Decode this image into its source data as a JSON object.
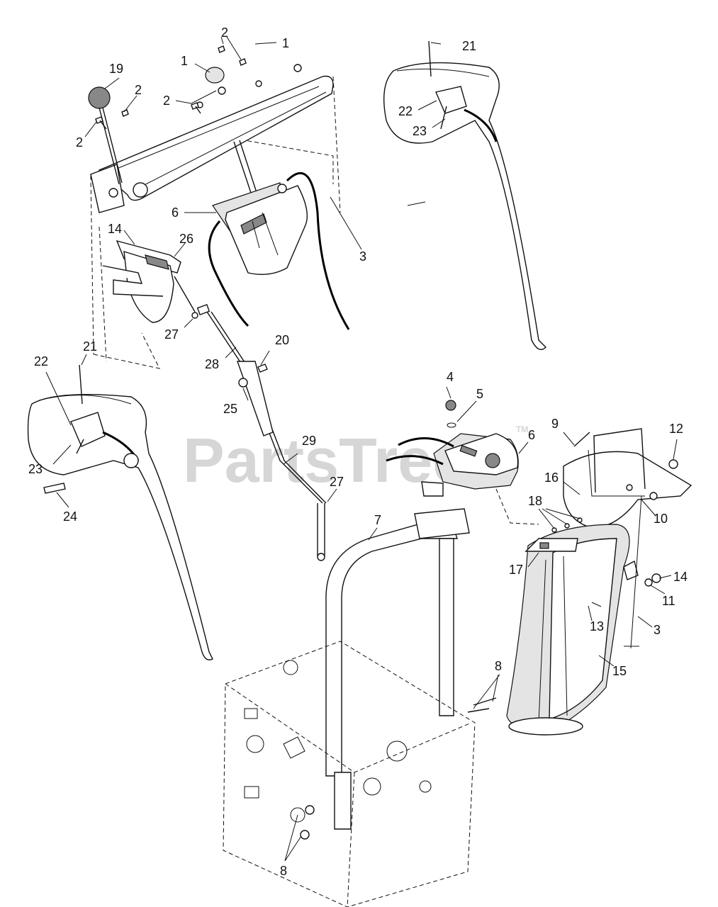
{
  "watermark": "PartsTree",
  "watermark_tm": "TM",
  "callouts": [
    {
      "id": "c1a",
      "text": "1"
    },
    {
      "id": "c1b",
      "text": "1"
    },
    {
      "id": "c2a",
      "text": "2"
    },
    {
      "id": "c2b",
      "text": "2"
    },
    {
      "id": "c2c",
      "text": "2"
    },
    {
      "id": "c2d",
      "text": "2"
    },
    {
      "id": "c3a",
      "text": "3"
    },
    {
      "id": "c3b",
      "text": "3"
    },
    {
      "id": "c4",
      "text": "4"
    },
    {
      "id": "c5",
      "text": "5"
    },
    {
      "id": "c6a",
      "text": "6"
    },
    {
      "id": "c6b",
      "text": "6"
    },
    {
      "id": "c7",
      "text": "7"
    },
    {
      "id": "c8a",
      "text": "8"
    },
    {
      "id": "c8b",
      "text": "8"
    },
    {
      "id": "c9",
      "text": "9"
    },
    {
      "id": "c10",
      "text": "10"
    },
    {
      "id": "c11",
      "text": "11"
    },
    {
      "id": "c12",
      "text": "12"
    },
    {
      "id": "c13",
      "text": "13"
    },
    {
      "id": "c14a",
      "text": "14"
    },
    {
      "id": "c14b",
      "text": "14"
    },
    {
      "id": "c15",
      "text": "15"
    },
    {
      "id": "c16",
      "text": "16"
    },
    {
      "id": "c17",
      "text": "17"
    },
    {
      "id": "c18",
      "text": "18"
    },
    {
      "id": "c19",
      "text": "19"
    },
    {
      "id": "c20",
      "text": "20"
    },
    {
      "id": "c21a",
      "text": "21"
    },
    {
      "id": "c21b",
      "text": "21"
    },
    {
      "id": "c22a",
      "text": "22"
    },
    {
      "id": "c22b",
      "text": "22"
    },
    {
      "id": "c23a",
      "text": "23"
    },
    {
      "id": "c23b",
      "text": "23"
    },
    {
      "id": "c24",
      "text": "24"
    },
    {
      "id": "c25",
      "text": "25"
    },
    {
      "id": "c26",
      "text": "26"
    },
    {
      "id": "c27a",
      "text": "27"
    },
    {
      "id": "c27b",
      "text": "27"
    },
    {
      "id": "c28",
      "text": "28"
    },
    {
      "id": "c29",
      "text": "29"
    }
  ]
}
